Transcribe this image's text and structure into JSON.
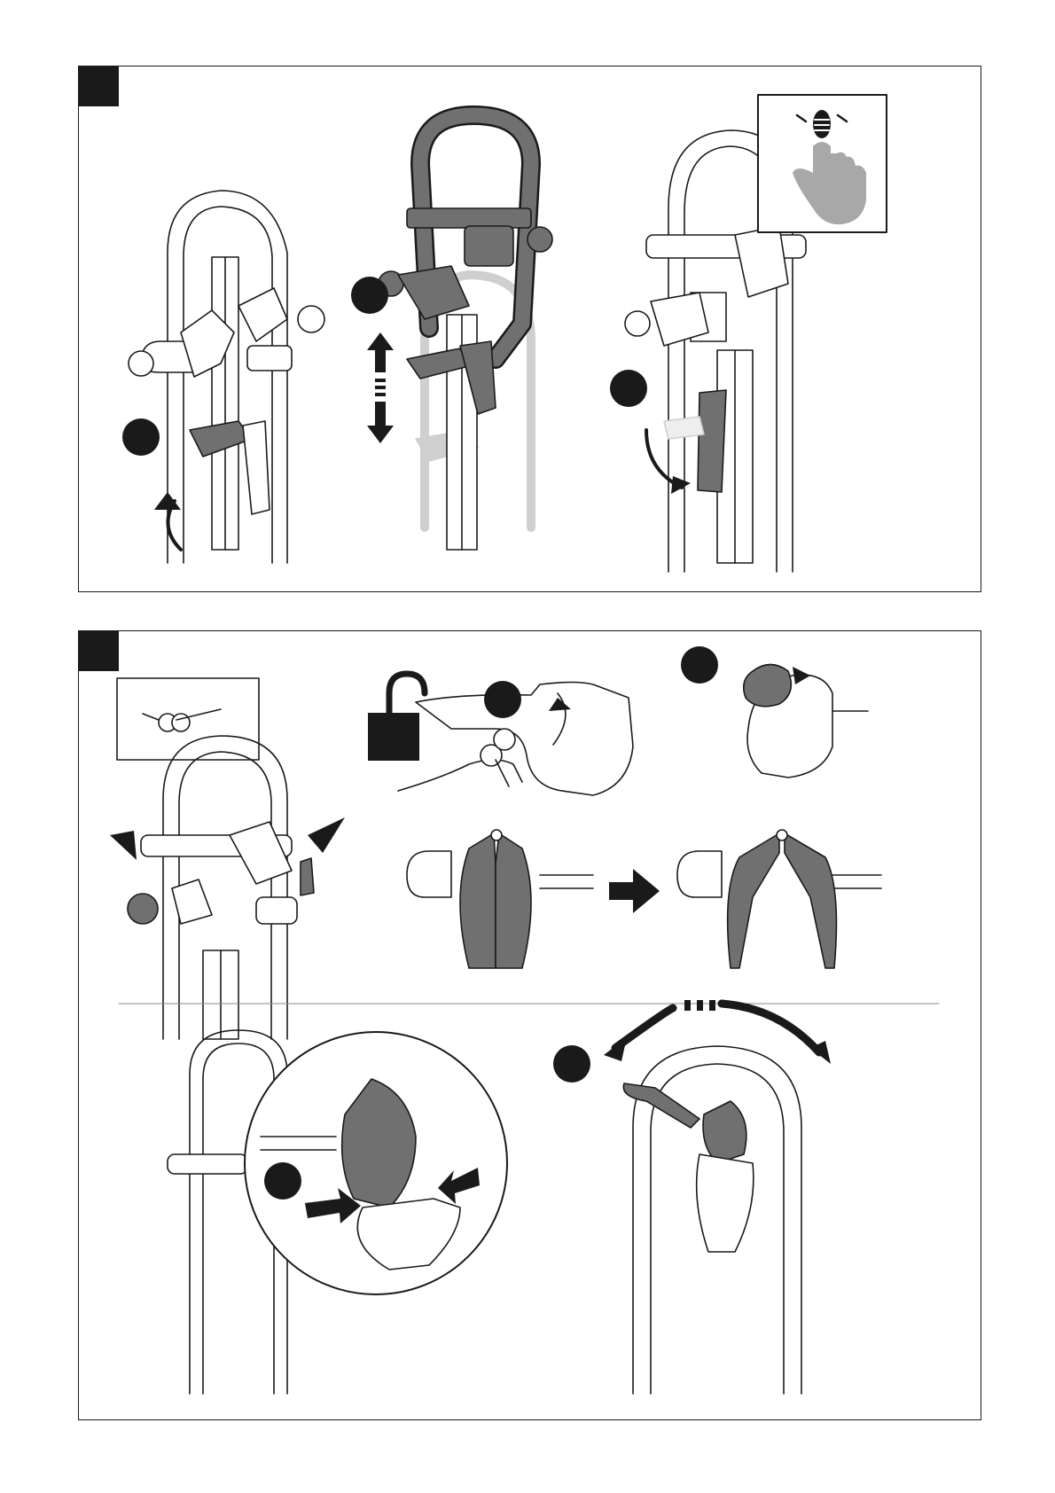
{
  "document": {
    "type": "assembly-instruction-sheet",
    "panels": [
      {
        "id": "panel-top",
        "scenes": [
          "fold-foot-up",
          "slide-arm-up-down",
          "fold-foot-down-press-button"
        ]
      },
      {
        "id": "panel-bottom",
        "scenes": [
          "keys",
          "unlock-with-key",
          "turn-knob",
          "open-clamp-jaws",
          "squeeze-clamp",
          "swing-arm"
        ]
      }
    ],
    "icons": [
      "finger-press-icon",
      "unlocked-padlock-icon",
      "key-pair-icon",
      "right-arrow-icon"
    ],
    "colors": {
      "line": "#1a1a1a",
      "dark-part": "#707070",
      "ghost-part": "#cfcfcf",
      "hand-gray": "#a8a8a8",
      "marker": "#1a1a1a"
    }
  }
}
